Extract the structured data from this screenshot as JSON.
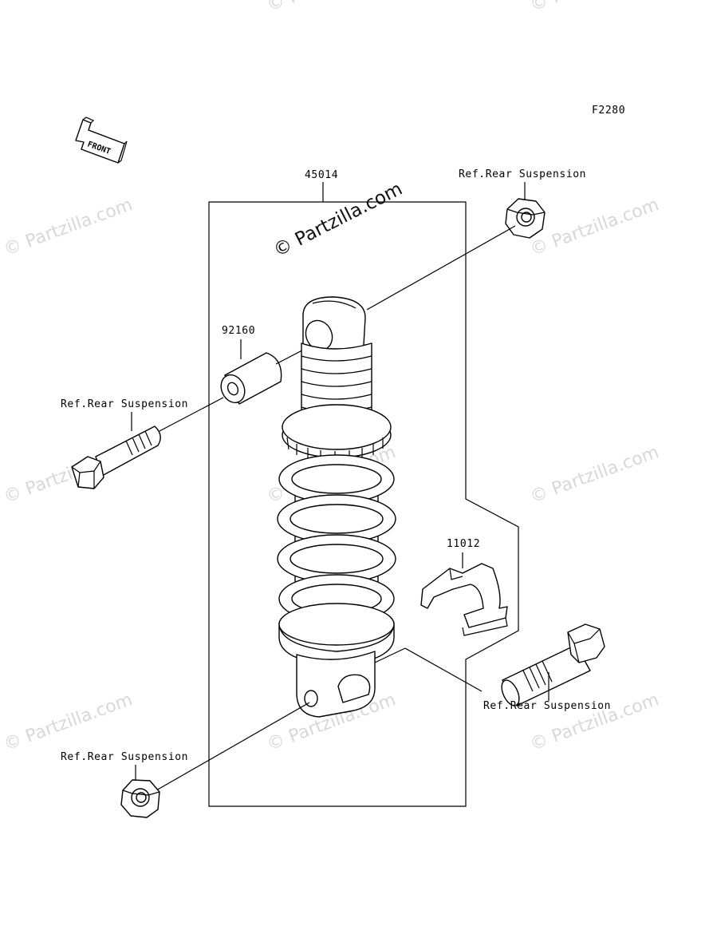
{
  "figure_code": "F2280",
  "front_label": "FRONT",
  "watermark_main": "© Partzilla.com",
  "watermark_faint": "© Partzilla.com",
  "parts": [
    {
      "number": "45014"
    },
    {
      "number": "92160"
    },
    {
      "number": "11012"
    }
  ],
  "references": [
    "Ref.Rear Suspension",
    "Ref.Rear Suspension",
    "Ref.Rear Suspension",
    "Ref.Rear Suspension"
  ]
}
